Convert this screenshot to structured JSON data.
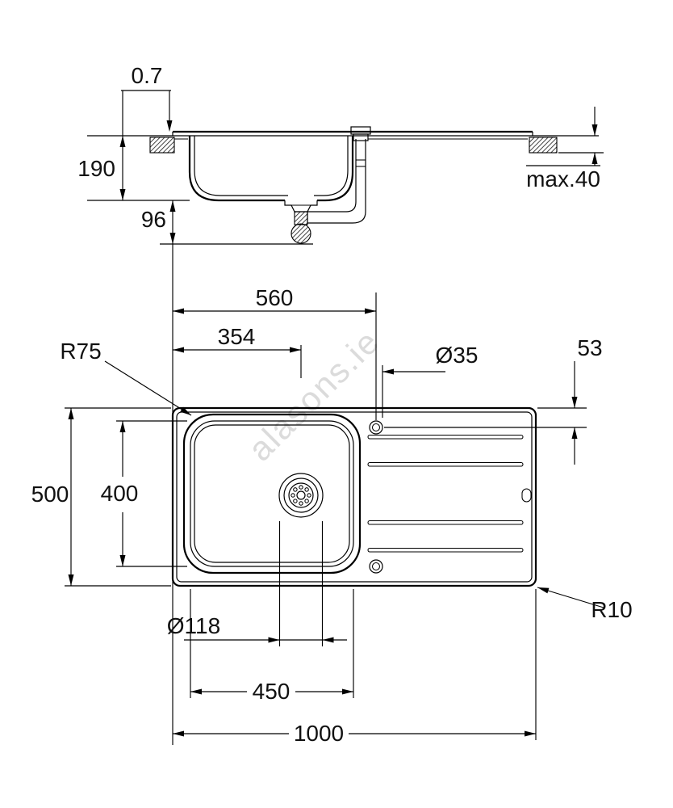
{
  "watermark": "alasons.ie",
  "dims": {
    "rim_thickness": "0.7",
    "bowl_depth": "190",
    "drain_depth": "96",
    "max_counter": "max.40",
    "tap_from_left": "560",
    "drain_from_left": "354",
    "tap_diameter": "Ø35",
    "tap_from_edge": "53",
    "bowl_radius": "R75",
    "overall_width": "500",
    "bowl_width": "400",
    "drain_diameter": "Ø118",
    "bowl_length": "450",
    "overall_length": "1000",
    "corner_radius": "R10"
  }
}
